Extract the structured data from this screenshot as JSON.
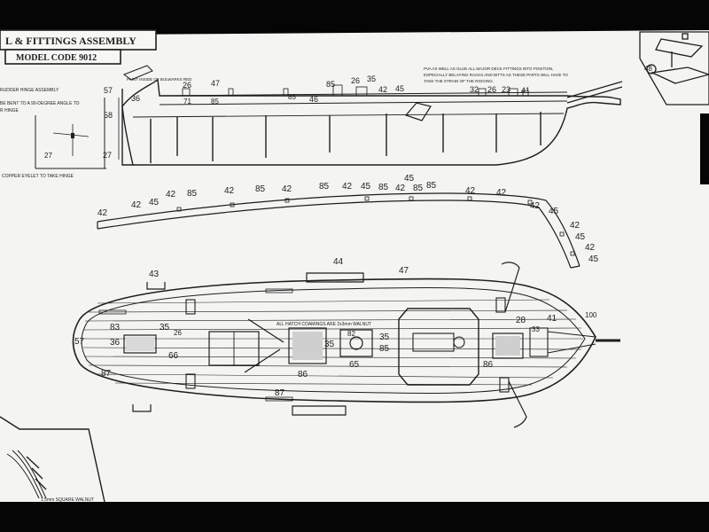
{
  "colors": {
    "paper": "#f4f4f2",
    "ink": "#1e1e1e",
    "edge": "#050505"
  },
  "title_block": {
    "line1": "L & FITTINGS ASSEMBLY",
    "line2": "MODEL CODE 9012"
  },
  "notes": {
    "rudder_hinge": "RUDDER HINGE ASSEMBLY",
    "bent_line": "BE BENT TO A 90-DEGREE ANGLE TO",
    "hinge_line": "R HINGE",
    "copper_eyelet": "COPPER EYELET TO TAKE HINGE",
    "paint_inside": "PAINT INSIDE OF BULWARKS RED",
    "pva_1": "PVA AS WELL AS GLUE ALL MAJOR DECK FITTINGS INTO POSITION,",
    "pva_2": "ESPECIALLY BELAYING RACKS AND BITTS AS THESE PARTS WILL HAVE TO",
    "pva_3": "TAKE THE STRAIN OF THE RIGGING.",
    "hatch_coamings": "ALL HATCH COAMINGS ARE 2x3mm WALNUT",
    "square_walnut": "1.5mm SQUARE WALNUT"
  },
  "hull_labels": [
    "57",
    "58",
    "27",
    "27",
    "36",
    "71",
    "26",
    "85",
    "47",
    "85",
    "46",
    "85",
    "26",
    "35",
    "42",
    "45",
    "32",
    "26",
    "23",
    "41"
  ],
  "rail_labels": [
    "42",
    "42",
    "45",
    "42",
    "85",
    "42",
    "85",
    "42",
    "85",
    "42",
    "45",
    "85",
    "42",
    "45",
    "85",
    "85",
    "42",
    "42",
    "42",
    "45",
    "42",
    "45",
    "42",
    "45"
  ],
  "deck_labels": [
    "43",
    "44",
    "47",
    "83",
    "35",
    "36",
    "57",
    "26",
    "66",
    "87",
    "86",
    "35",
    "82",
    "35",
    "85",
    "65",
    "86",
    "28",
    "41",
    "33",
    "100",
    "87"
  ],
  "inset_labels": {
    "right": "48"
  }
}
